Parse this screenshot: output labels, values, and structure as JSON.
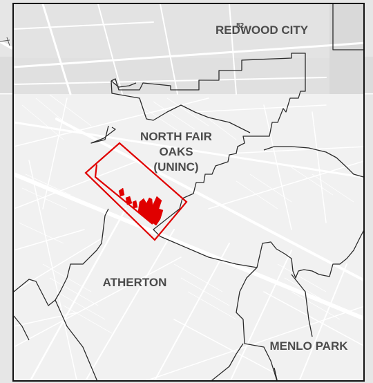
{
  "map": {
    "labels": {
      "redwood_city": "REDWOOD CITY",
      "north_fair_oaks": "NORTH FAIR\nOAKS\n(UNINC)",
      "atherton": "ATHERTON",
      "menlo_park": "MENLO PARK"
    },
    "shield": "82",
    "colors": {
      "background": "#f3f3f3",
      "outside": "#e4e4e4",
      "streets": "#ffffff",
      "boundary": "#2a2a2a",
      "highlight": "#e00000",
      "frame": "#111111"
    }
  }
}
